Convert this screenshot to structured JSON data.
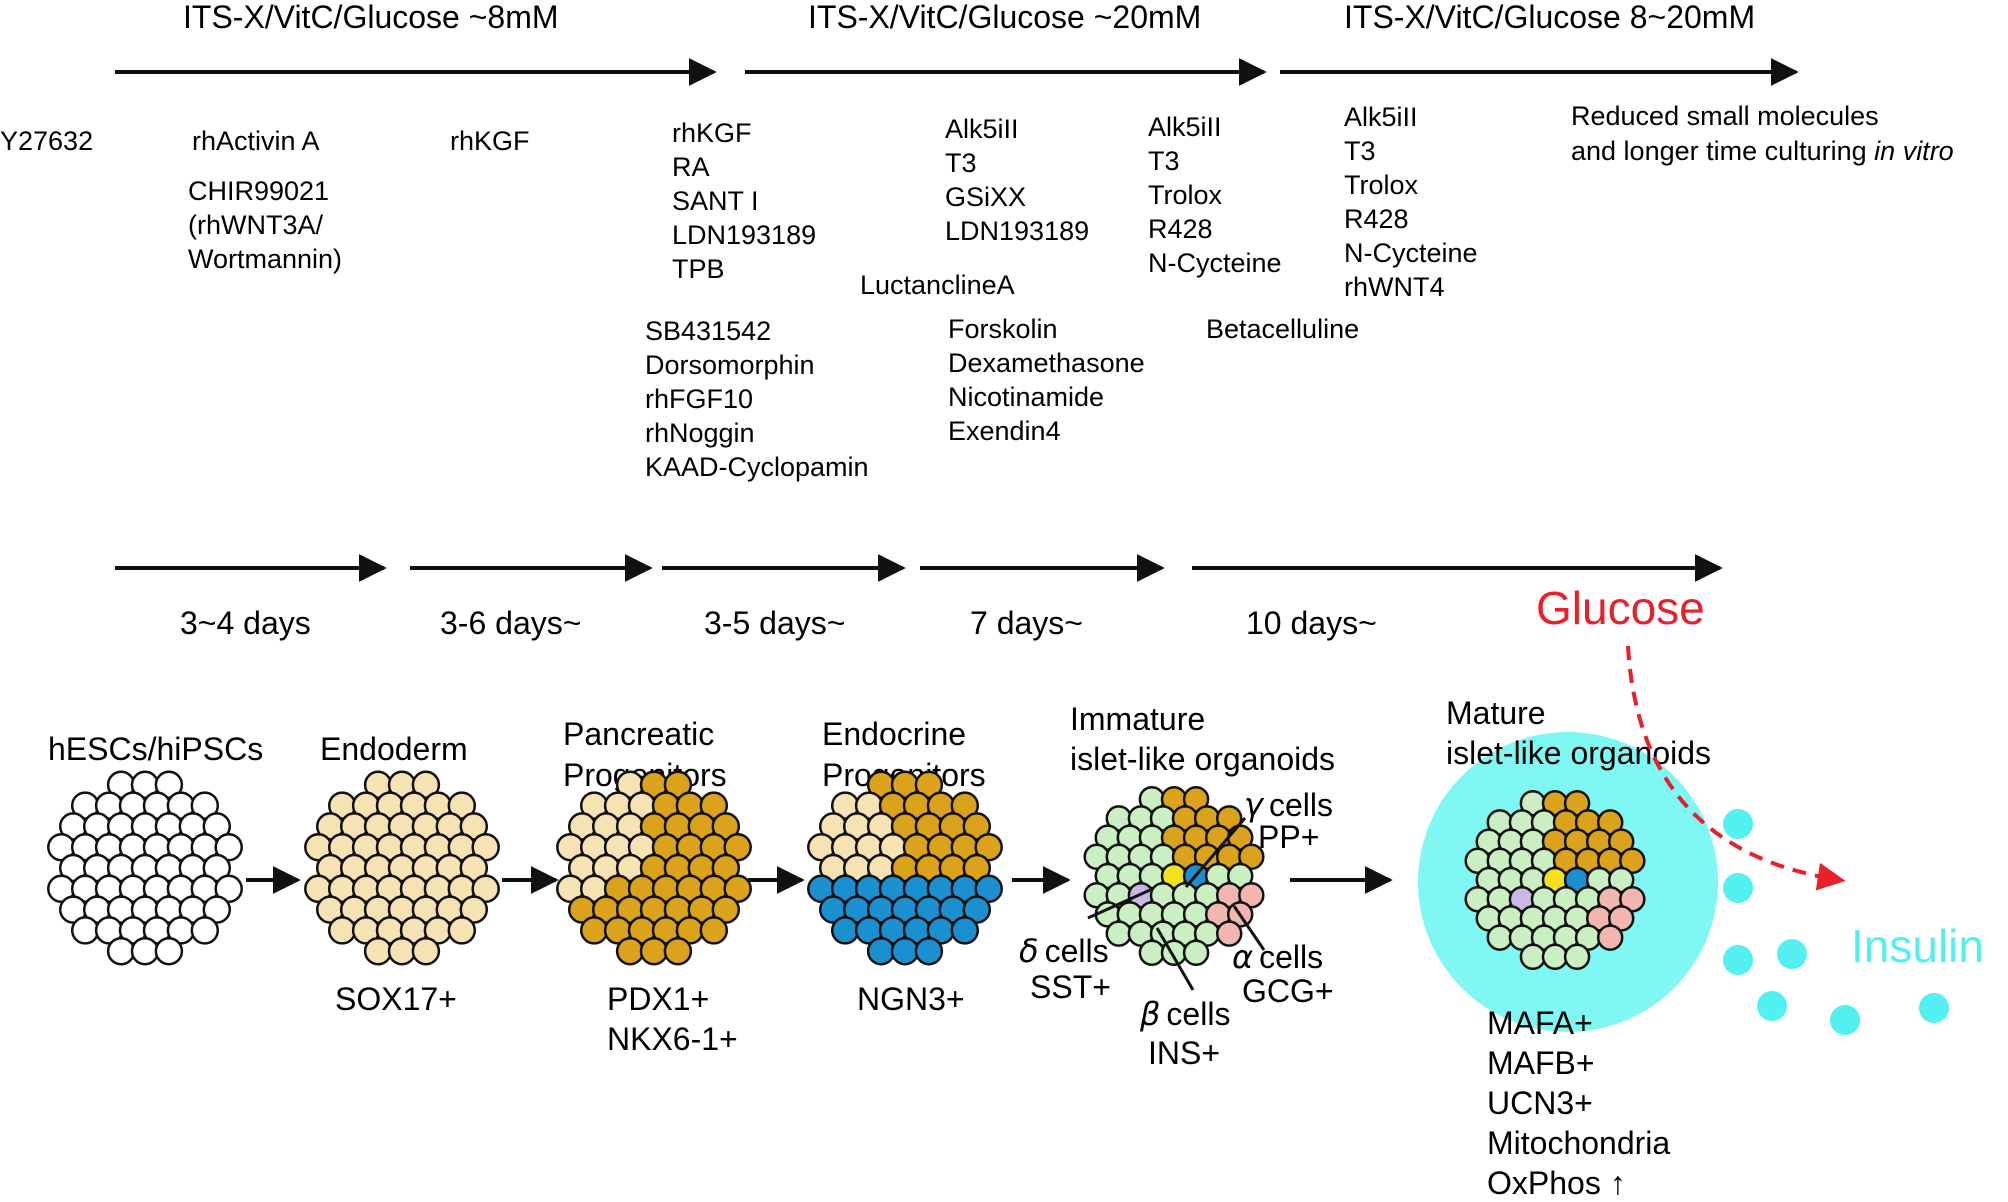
{
  "phases": [
    {
      "label": "ITS-X/VitC/Glucose ~8mM"
    },
    {
      "label": "ITS-X/VitC/Glucose ~20mM"
    },
    {
      "label": "ITS-X/VitC/Glucose 8~20mM"
    }
  ],
  "factors": {
    "s1": [
      "Y27632"
    ],
    "s2a": [
      "rhActivin A"
    ],
    "s2b": [
      "CHIR99021",
      "(rhWNT3A/",
      "Wortmannin)"
    ],
    "s3": [
      "rhKGF"
    ],
    "s4a": [
      "rhKGF",
      "RA",
      "SANT I",
      "LDN193189",
      "TPB"
    ],
    "s4b": [
      "SB431542",
      "Dorsomorphin",
      "rhFGF10",
      "rhNoggin",
      "KAAD-Cyclopamin"
    ],
    "s5a": [
      "Alk5iII",
      "T3",
      "GSiXX",
      "LDN193189"
    ],
    "s5b": [
      "LuctanclineA"
    ],
    "s5c": [
      "Forskolin",
      "Dexamethasone",
      "Nicotinamide",
      "Exendin4"
    ],
    "s6a": [
      "Alk5iII",
      "T3",
      "Trolox",
      "R428",
      "N-Cycteine"
    ],
    "s6b": [
      "Betacelluline"
    ],
    "s7": [
      "Alk5iII",
      "T3",
      "Trolox",
      "R428",
      "N-Cycteine",
      "rhWNT4"
    ],
    "s8_line1": "Reduced small molecules",
    "s8_line2_pre": "and longer time culturing ",
    "s8_line2_em": "in vitro"
  },
  "durations": [
    "3~4 days",
    "3-6 days~",
    "3-5 days~",
    "7 days~",
    "10 days~"
  ],
  "stages": [
    {
      "title": [
        "hESCs/hiPSCs"
      ],
      "markers": []
    },
    {
      "title": [
        "Endoderm"
      ],
      "markers": [
        "SOX17+"
      ]
    },
    {
      "title": [
        "Pancreatic",
        "Progenitors"
      ],
      "markers": [
        "PDX1+",
        "NKX6-1+"
      ]
    },
    {
      "title": [
        "Endocrine",
        "Progenitors"
      ],
      "markers": [
        "NGN3+"
      ]
    },
    {
      "title": [
        "Immature",
        "islet-like organoids"
      ],
      "markers": []
    },
    {
      "title": [
        "Mature",
        "islet-like organoids"
      ],
      "markers": [
        "MAFA+",
        "MAFB+",
        "UCN3+",
        "Mitochondria",
        "OxPhos ↑"
      ]
    }
  ],
  "cell_types": {
    "gamma": {
      "greek": "γ",
      "label": "cells",
      "marker": "PP+"
    },
    "delta": {
      "greek": "δ",
      "label": "cells",
      "marker": "SST+"
    },
    "alpha": {
      "greek": "α",
      "label": "cells",
      "marker": "GCG+"
    },
    "beta": {
      "greek": "β",
      "label": "cells",
      "marker": "INS+"
    }
  },
  "glucose_label": "Glucose",
  "insulin_label": "Insulin",
  "colors": {
    "stem": "#ffffff",
    "endoderm": "#f7e2b4",
    "pancreatic": "#dba31c",
    "endocrine": "#1b90d1",
    "beta": "#c9efc2",
    "alpha": "#f2b6b0",
    "delta": "#c9b8e2",
    "core": "#f5e01e",
    "glucose": "#e8202a",
    "insulin": "#52f0f0",
    "mature_halo": "#7ff7f2"
  }
}
